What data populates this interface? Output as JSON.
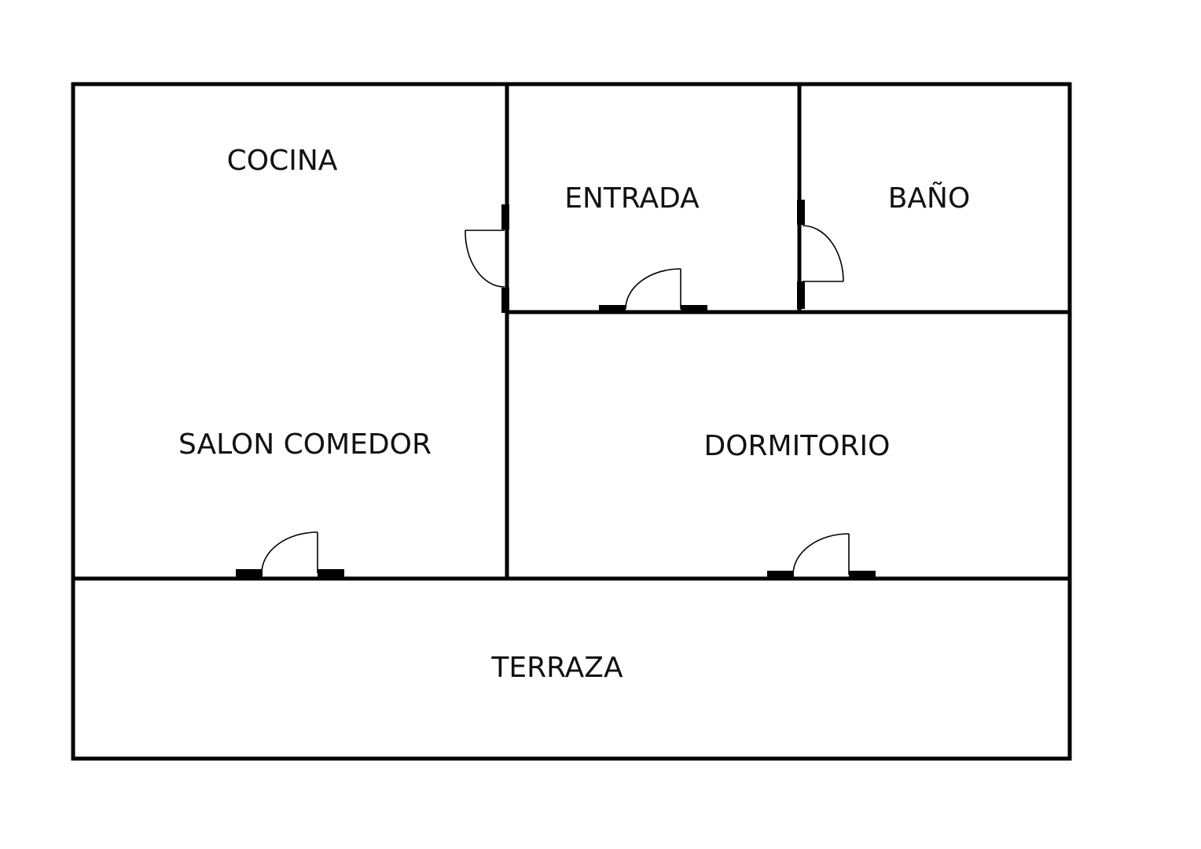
{
  "rooms": {
    "cocina": "COCINA",
    "entrada": "ENTRADA",
    "bano": "BAÑO",
    "salon_comedor": "SALON COMEDOR",
    "dormitorio": "DORMITORIO",
    "terraza": "TERRAZA"
  },
  "colors": {
    "wall": "#000000",
    "text": "#111111",
    "background": "#ffffff"
  }
}
